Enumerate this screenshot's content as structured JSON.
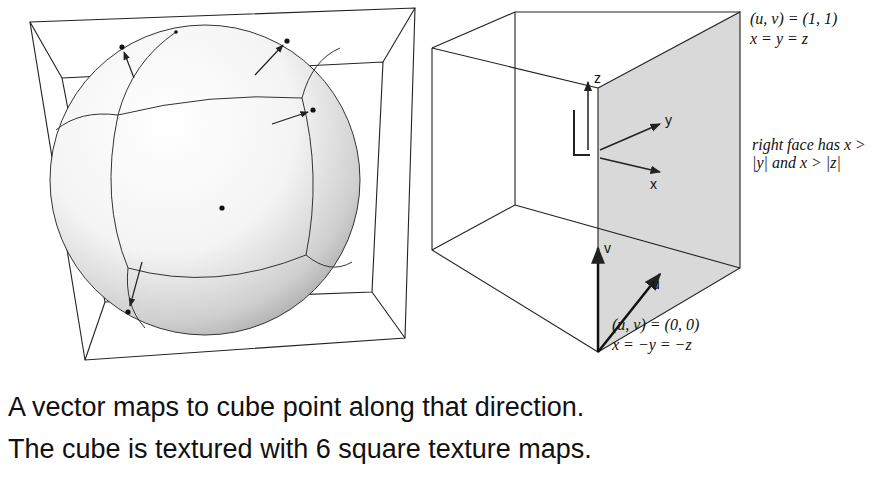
{
  "diagram": {
    "caption": "A vector maps to cube point along that direction. The cube is textured with 6 square texture maps.",
    "labels": [
      "(u, v) = (1, 1)",
      "x = y = z",
      "right face has x > |y| and x > |z|",
      "(u, v) = (0, 0)",
      "x = −y = −z",
      "z",
      "y",
      "x",
      "v",
      "u"
    ]
  }
}
